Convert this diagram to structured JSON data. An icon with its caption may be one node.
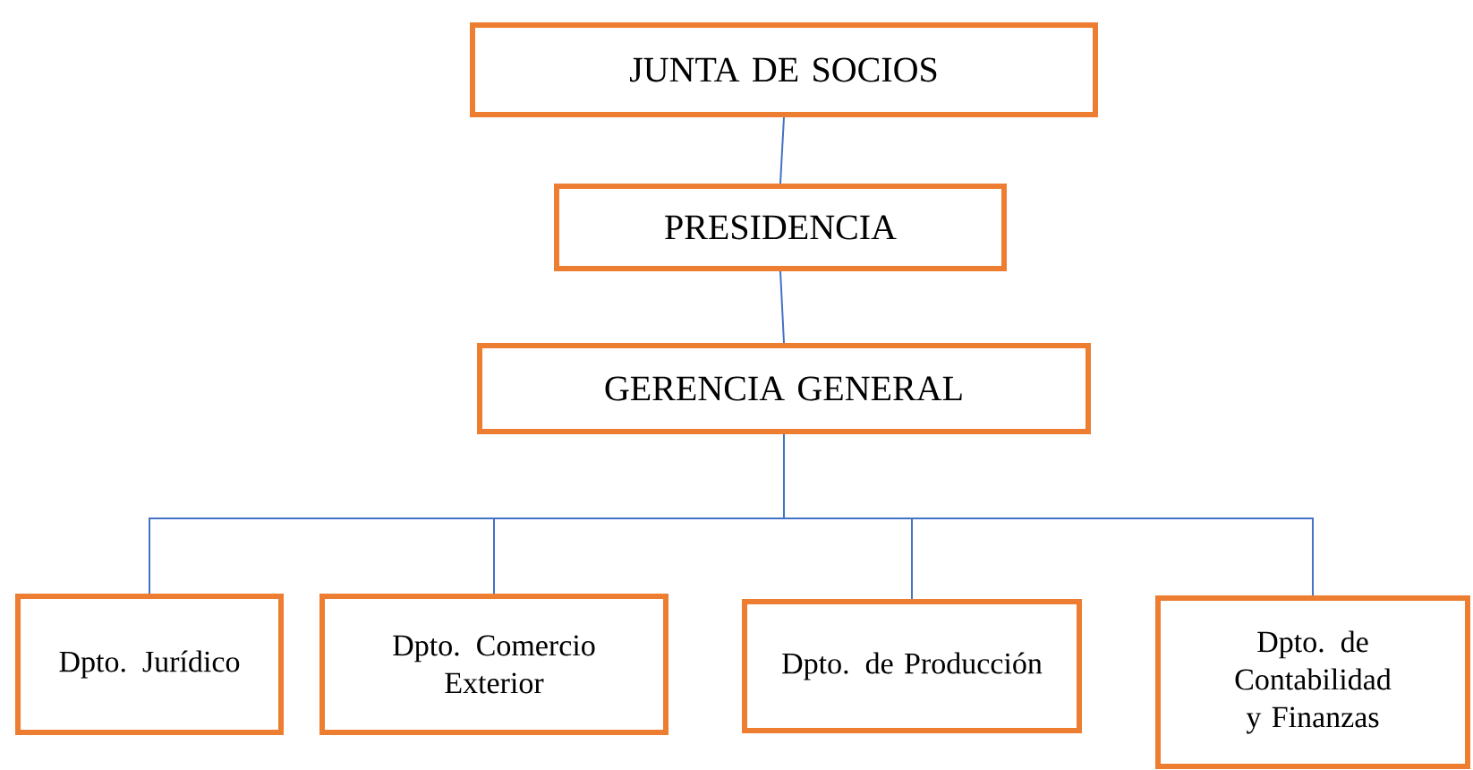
{
  "diagram": {
    "nodes": [
      {
        "text": [
          "JUNTA DE SOCIOS"
        ]
      },
      {
        "text": [
          "PRESIDENCIA"
        ]
      },
      {
        "text": [
          "GERENCIA GENERAL"
        ]
      },
      {
        "text": [
          "Dpto. Jurídico"
        ]
      },
      {
        "text": [
          "Dpto. Comercio Exterior"
        ]
      },
      {
        "text": [
          "Dpto. de Producción"
        ]
      },
      {
        "text": [
          "Dpto. de Contabilidad y Finanzas"
        ]
      }
    ],
    "edges": [
      {
        "from": 0,
        "to": 1,
        "arrow": "none"
      },
      {
        "from": 1,
        "to": 2,
        "arrow": "none"
      },
      {
        "from": 2,
        "to": 3,
        "arrow": "none"
      },
      {
        "from": 2,
        "to": 4,
        "arrow": "none"
      },
      {
        "from": 2,
        "to": 5,
        "arrow": "none"
      },
      {
        "from": 2,
        "to": 6,
        "arrow": "none"
      }
    ]
  }
}
